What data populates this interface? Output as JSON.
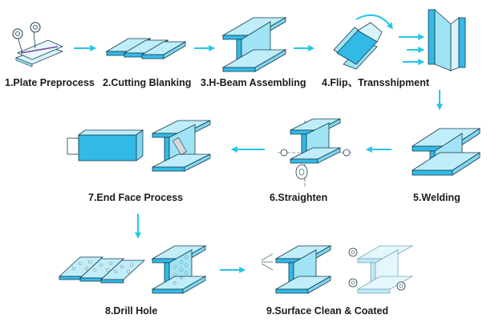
{
  "steps": [
    {
      "label": "1.Plate Preprocess"
    },
    {
      "label": "2.Cutting Blanking"
    },
    {
      "label": "3.H-Beam Assembling"
    },
    {
      "label": "4.Flip、Transshipment"
    },
    {
      "label": "5.Welding"
    },
    {
      "label": "6.Straighten"
    },
    {
      "label": "7.End Face Process"
    },
    {
      "label": "8.Drill Hole"
    },
    {
      "label": "9.Surface Clean & Coated"
    }
  ],
  "colors": {
    "arrow": "#27c6e6",
    "fill": "#33b9e6",
    "fill_light": "#9fe3f5",
    "fill_pale": "#d6f4fb",
    "edge": "#163a4a"
  }
}
